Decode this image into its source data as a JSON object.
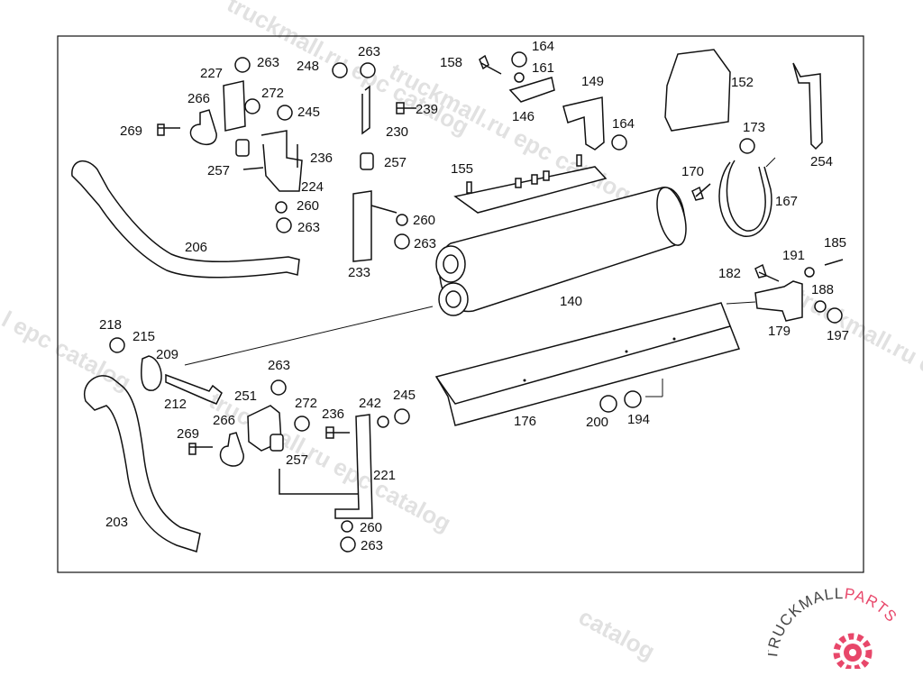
{
  "watermark": {
    "text_1": "truckmall.ru epc catalog",
    "text_2": "truckmall.ru epc catalog",
    "text_3": "l epc catalog",
    "text_4": "truckmall.ru epc catalog",
    "text_5": "catalog",
    "text_6": "truckmall.ru e"
  },
  "labels": {
    "p227": "227",
    "p263a": "263",
    "p248": "248",
    "p263b": "263",
    "p158": "158",
    "p164a": "164",
    "p161": "161",
    "p266a": "266",
    "p272a": "272",
    "p245a": "245",
    "p239": "239",
    "p146": "146",
    "p149": "149",
    "p152": "152",
    "p269a": "269",
    "p164b": "164",
    "p173": "173",
    "p230": "230",
    "p236a": "236",
    "p257a": "257",
    "p257b": "257",
    "p224": "224",
    "p260a": "260",
    "p263c": "263",
    "p155": "155",
    "p170": "170",
    "p254": "254",
    "p167": "167",
    "p260b": "260",
    "p263d": "263",
    "p206": "206",
    "p233": "233",
    "p185": "185",
    "p191": "191",
    "p182": "182",
    "p188": "188",
    "p140": "140",
    "p179": "179",
    "p197": "197",
    "p218": "218",
    "p215": "215",
    "p209": "209",
    "p263e": "263",
    "p212": "212",
    "p251": "251",
    "p272b": "272",
    "p242": "242",
    "p245b": "245",
    "p236b": "236",
    "p266b": "266",
    "p269b": "269",
    "p257c": "257",
    "p221": "221",
    "p176": "176",
    "p200": "200",
    "p194": "194",
    "p203": "203",
    "p260c": "260",
    "p263f": "263"
  },
  "logo": {
    "text_main": "TRUCKMALL",
    "text_accent": "PARTS",
    "color_main": "#444444",
    "color_accent": "#e8476a"
  }
}
